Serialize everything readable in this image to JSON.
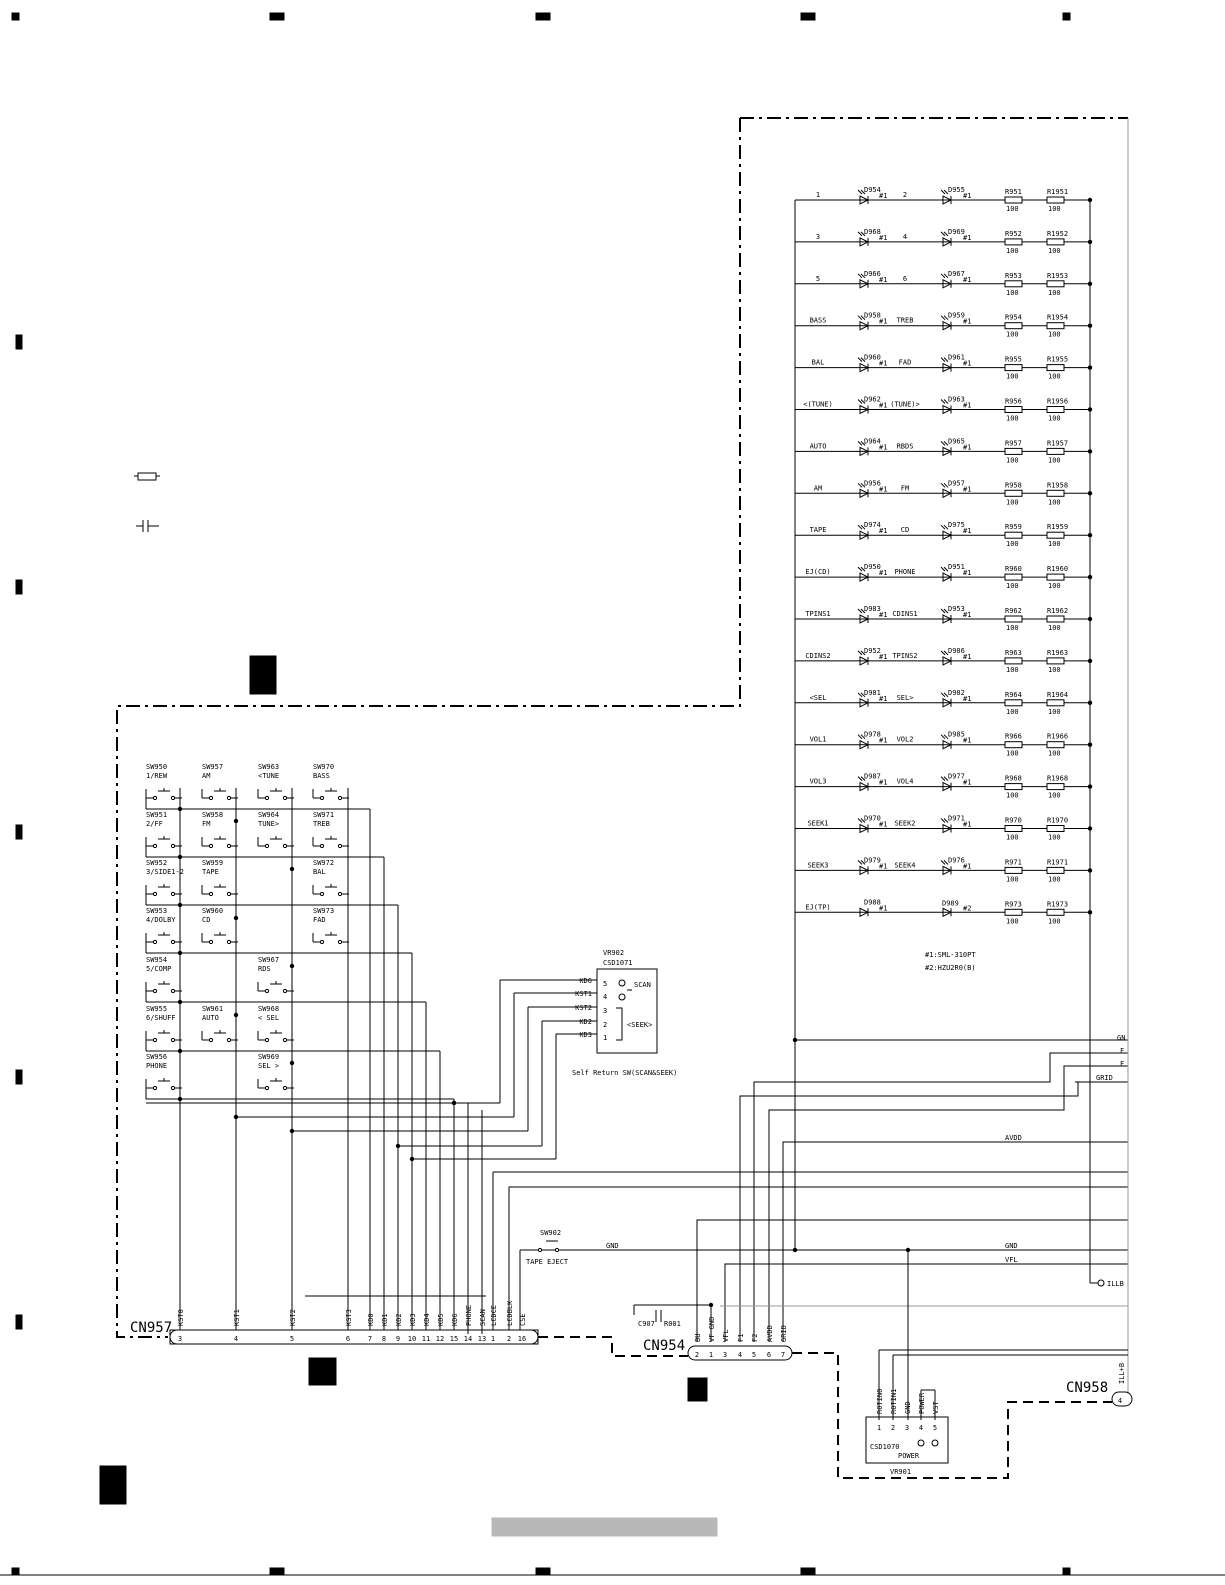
{
  "led_rows": [
    {
      "a": "1",
      "d1": "D954",
      "b": "2",
      "d2": "D955",
      "r1": "R951",
      "r2": "R1951"
    },
    {
      "a": "3",
      "d1": "D968",
      "b": "4",
      "d2": "D969",
      "r1": "R952",
      "r2": "R1952"
    },
    {
      "a": "5",
      "d1": "D966",
      "b": "6",
      "d2": "D967",
      "r1": "R953",
      "r2": "R1953"
    },
    {
      "a": "BASS",
      "d1": "D958",
      "b": "TREB",
      "d2": "D959",
      "r1": "R954",
      "r2": "R1954"
    },
    {
      "a": "BAL",
      "d1": "D960",
      "b": "FAD",
      "d2": "D961",
      "r1": "R955",
      "r2": "R1955"
    },
    {
      "a": "<(TUNE)",
      "d1": "D962",
      "b": "(TUNE)>",
      "d2": "D963",
      "r1": "R956",
      "r2": "R1956"
    },
    {
      "a": "AUTO",
      "d1": "D964",
      "b": "RBDS",
      "d2": "D965",
      "r1": "R957",
      "r2": "R1957"
    },
    {
      "a": "AM",
      "d1": "D956",
      "b": "FM",
      "d2": "D957",
      "r1": "R958",
      "r2": "R1958"
    },
    {
      "a": "TAPE",
      "d1": "D974",
      "b": "CD",
      "d2": "D975",
      "r1": "R959",
      "r2": "R1959"
    },
    {
      "a": "EJ(CD)",
      "d1": "D950",
      "b": "PHONE",
      "d2": "D951",
      "r1": "R960",
      "r2": "R1960"
    },
    {
      "a": "TPINS1",
      "d1": "D983",
      "b": "CDINS1",
      "d2": "D953",
      "r1": "R962",
      "r2": "R1962"
    },
    {
      "a": "CDINS2",
      "d1": "D952",
      "b": "TPINS2",
      "d2": "D986",
      "r1": "R963",
      "r2": "R1963"
    },
    {
      "a": "<SEL",
      "d1": "D981",
      "b": "SEL>",
      "d2": "D982",
      "r1": "R964",
      "r2": "R1964"
    },
    {
      "a": "VOL1",
      "d1": "D978",
      "b": "VOL2",
      "d2": "D985",
      "r1": "R966",
      "r2": "R1966"
    },
    {
      "a": "VOL3",
      "d1": "D987",
      "b": "VOL4",
      "d2": "D977",
      "r1": "R968",
      "r2": "R1968"
    },
    {
      "a": "SEEK1",
      "d1": "D970",
      "b": "SEEK2",
      "d2": "D971",
      "r1": "R970",
      "r2": "R1970"
    },
    {
      "a": "SEEK3",
      "d1": "D979",
      "b": "SEEK4",
      "d2": "D976",
      "r1": "R971",
      "r2": "R1971"
    },
    {
      "a": "EJ(TP)",
      "d1": "D988",
      "b": "",
      "d2": "D989",
      "r1": "R973",
      "r2": "R1973"
    }
  ],
  "led_mark1": "#1",
  "led_mark2": "#2",
  "resistor_value": "100",
  "led_notes": [
    "#1:SML-310PT",
    "#2:HZU2R0(B)"
  ],
  "switches": [
    {
      "ref": "SW950",
      "label": "1/REW"
    },
    {
      "ref": "SW957",
      "label": "AM"
    },
    {
      "ref": "SW963",
      "label": "<TUNE"
    },
    {
      "ref": "SW970",
      "label": "BASS"
    },
    {
      "ref": "SW951",
      "label": "2/FF"
    },
    {
      "ref": "SW958",
      "label": "FM"
    },
    {
      "ref": "SW964",
      "label": "TUNE>"
    },
    {
      "ref": "SW971",
      "label": "TREB"
    },
    {
      "ref": "SW952",
      "label": "3/SIDE1-2"
    },
    {
      "ref": "SW959",
      "label": "TAPE"
    },
    {
      "ref": "SW972",
      "label": "BAL"
    },
    {
      "ref": "SW953",
      "label": "4/DOLBY"
    },
    {
      "ref": "SW960",
      "label": "CD"
    },
    {
      "ref": "SW973",
      "label": "FAD"
    },
    {
      "ref": "SW954",
      "label": "5/COMP"
    },
    {
      "ref": "SW967",
      "label": "RDS"
    },
    {
      "ref": "SW955",
      "label": "6/SHUFF"
    },
    {
      "ref": "SW961",
      "label": "AUTO"
    },
    {
      "ref": "SW968",
      "label": "< SEL"
    },
    {
      "ref": "SW956",
      "label": "PHONE"
    },
    {
      "ref": "SW969",
      "label": "SEL >"
    }
  ],
  "vr902": {
    "ref": "VR902",
    "part": "CSD1071",
    "pins": [
      {
        "net": "KD6",
        "num": "5"
      },
      {
        "net": "KST1",
        "num": "4"
      },
      {
        "net": "KST2",
        "num": "3"
      },
      {
        "net": "KD2",
        "num": "2"
      },
      {
        "net": "KD3",
        "num": "1"
      }
    ],
    "scan": "SCAN",
    "seek": "<SEEK>",
    "caption": "Self Return SW(SCAN&SEEK)"
  },
  "cn957": {
    "ref": "CN957",
    "pins": [
      {
        "net": "KST0",
        "num": "3"
      },
      {
        "net": "KST1",
        "num": "4"
      },
      {
        "net": "KST2",
        "num": "5"
      },
      {
        "net": "KST3",
        "num": "6"
      },
      {
        "net": "KD0",
        "num": "7"
      },
      {
        "net": "KD1",
        "num": "8"
      },
      {
        "net": "KD2",
        "num": "9"
      },
      {
        "net": "KD3",
        "num": "10"
      },
      {
        "net": "KD4",
        "num": "11"
      },
      {
        "net": "KD5",
        "num": "12"
      },
      {
        "net": "KD6",
        "num": "15"
      },
      {
        "net": "PHONE",
        "num": "14"
      },
      {
        "net": "SCAN",
        "num": "13"
      },
      {
        "net": "LCDCE",
        "num": "1"
      },
      {
        "net": "LCDBLK",
        "num": "2"
      },
      {
        "net": "CSE",
        "num": "16"
      }
    ]
  },
  "cn954": {
    "ref": "CN954",
    "pins": [
      {
        "net": "BU",
        "num": "2"
      },
      {
        "net": "VF GND",
        "num": "1"
      },
      {
        "net": "VFL",
        "num": "3"
      },
      {
        "net": "F1",
        "num": "4"
      },
      {
        "net": "F2",
        "num": "5"
      },
      {
        "net": "AVDD",
        "num": "6"
      },
      {
        "net": "GRID",
        "num": "7"
      }
    ]
  },
  "cn958": {
    "ref": "CN958",
    "net": "ILL+B",
    "num": "4"
  },
  "vr901": {
    "ref": "VR901",
    "part": "CSD1070",
    "func": "POWER",
    "pins": [
      {
        "net": "ROTIN0",
        "num": "1"
      },
      {
        "net": "ROTIN1",
        "num": "2"
      },
      {
        "net": "GND",
        "num": "3"
      },
      {
        "net": "POWER",
        "num": "4"
      },
      {
        "net": "VST",
        "num": "5"
      }
    ]
  },
  "sw902": {
    "ref": "SW902",
    "label": "TAPE EJECT"
  },
  "c907": {
    "ref": "C907",
    "value": "R001"
  },
  "net_labels": {
    "gn": "GN",
    "f": "F",
    "grid": "GRID",
    "avdd": "AVDD",
    "gnd_sw": "GND",
    "gnd_right": "GND",
    "vfl": "VFL",
    "illb": "ILLB"
  }
}
